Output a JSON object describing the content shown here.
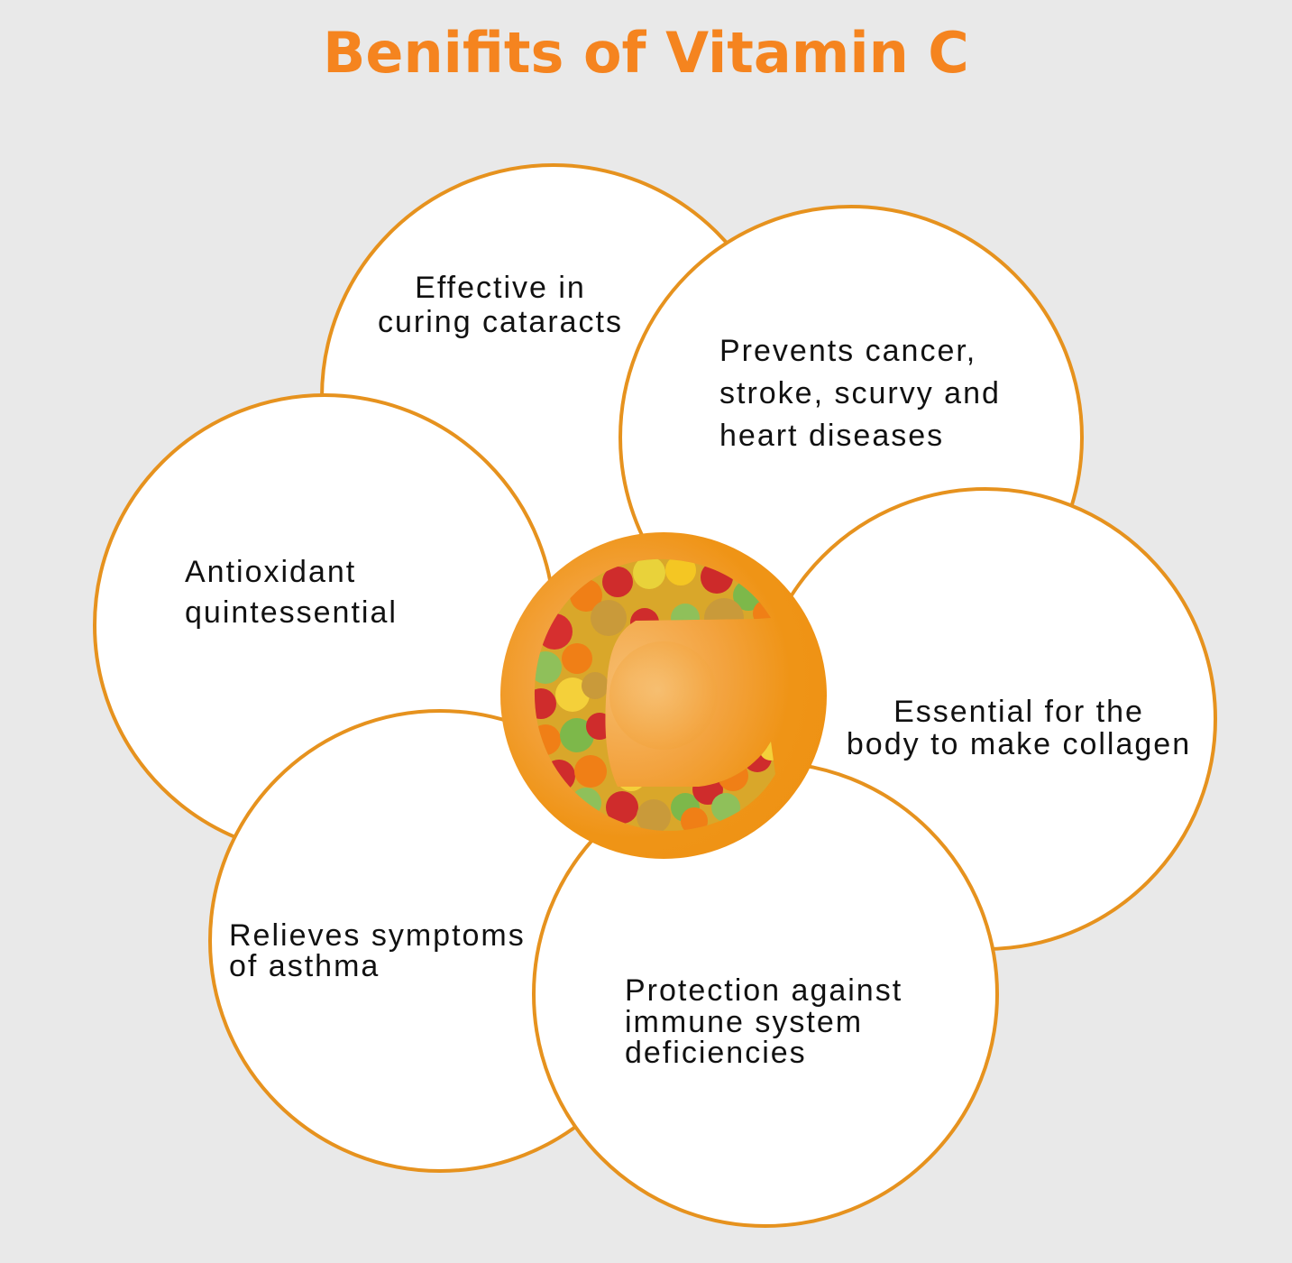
{
  "title": "Benifits of Vitamin C",
  "colors": {
    "title": "#f5841f",
    "circle_border": "#e6921e",
    "circle_fill": "#ffffff",
    "background": "#e9e9e9",
    "center_disc": "#ef9416",
    "text": "#111111"
  },
  "center": {
    "icon": "fruit-letter-c-icon",
    "description": "Letter C made of fruits on orange disc"
  },
  "benefits": [
    {
      "id": "cataracts",
      "text": "Effective in\ncuring cataracts"
    },
    {
      "id": "cancer",
      "text": "Prevents cancer,\nstroke, scurvy and\nheart diseases"
    },
    {
      "id": "antioxidant",
      "text": "Antioxidant\nquintessential"
    },
    {
      "id": "collagen",
      "text": "Essential for the\nbody to make collagen"
    },
    {
      "id": "asthma",
      "text": "Relieves symptoms\nof asthma"
    },
    {
      "id": "immune",
      "text": "Protection against\nimmune system\ndeficiencies"
    }
  ]
}
